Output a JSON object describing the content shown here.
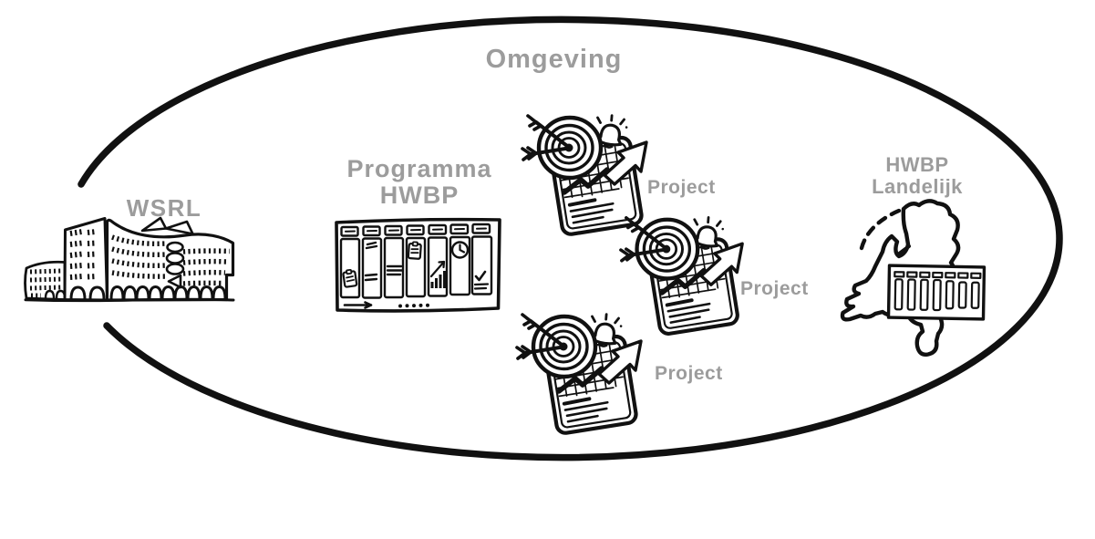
{
  "colors": {
    "ink": "#111111",
    "label_gray": "#9c9c9c",
    "background": "#ffffff"
  },
  "diagram": {
    "environment_label": "Omgeving",
    "wsrl": {
      "label": "WSRL"
    },
    "programma": {
      "line1": "Programma",
      "line2": "HWBP"
    },
    "projects": [
      {
        "label": "Project"
      },
      {
        "label": "Project"
      },
      {
        "label": "Project"
      }
    ],
    "hwbp_landelijk": {
      "line1": "HWBP",
      "line2": "Landelijk"
    }
  }
}
